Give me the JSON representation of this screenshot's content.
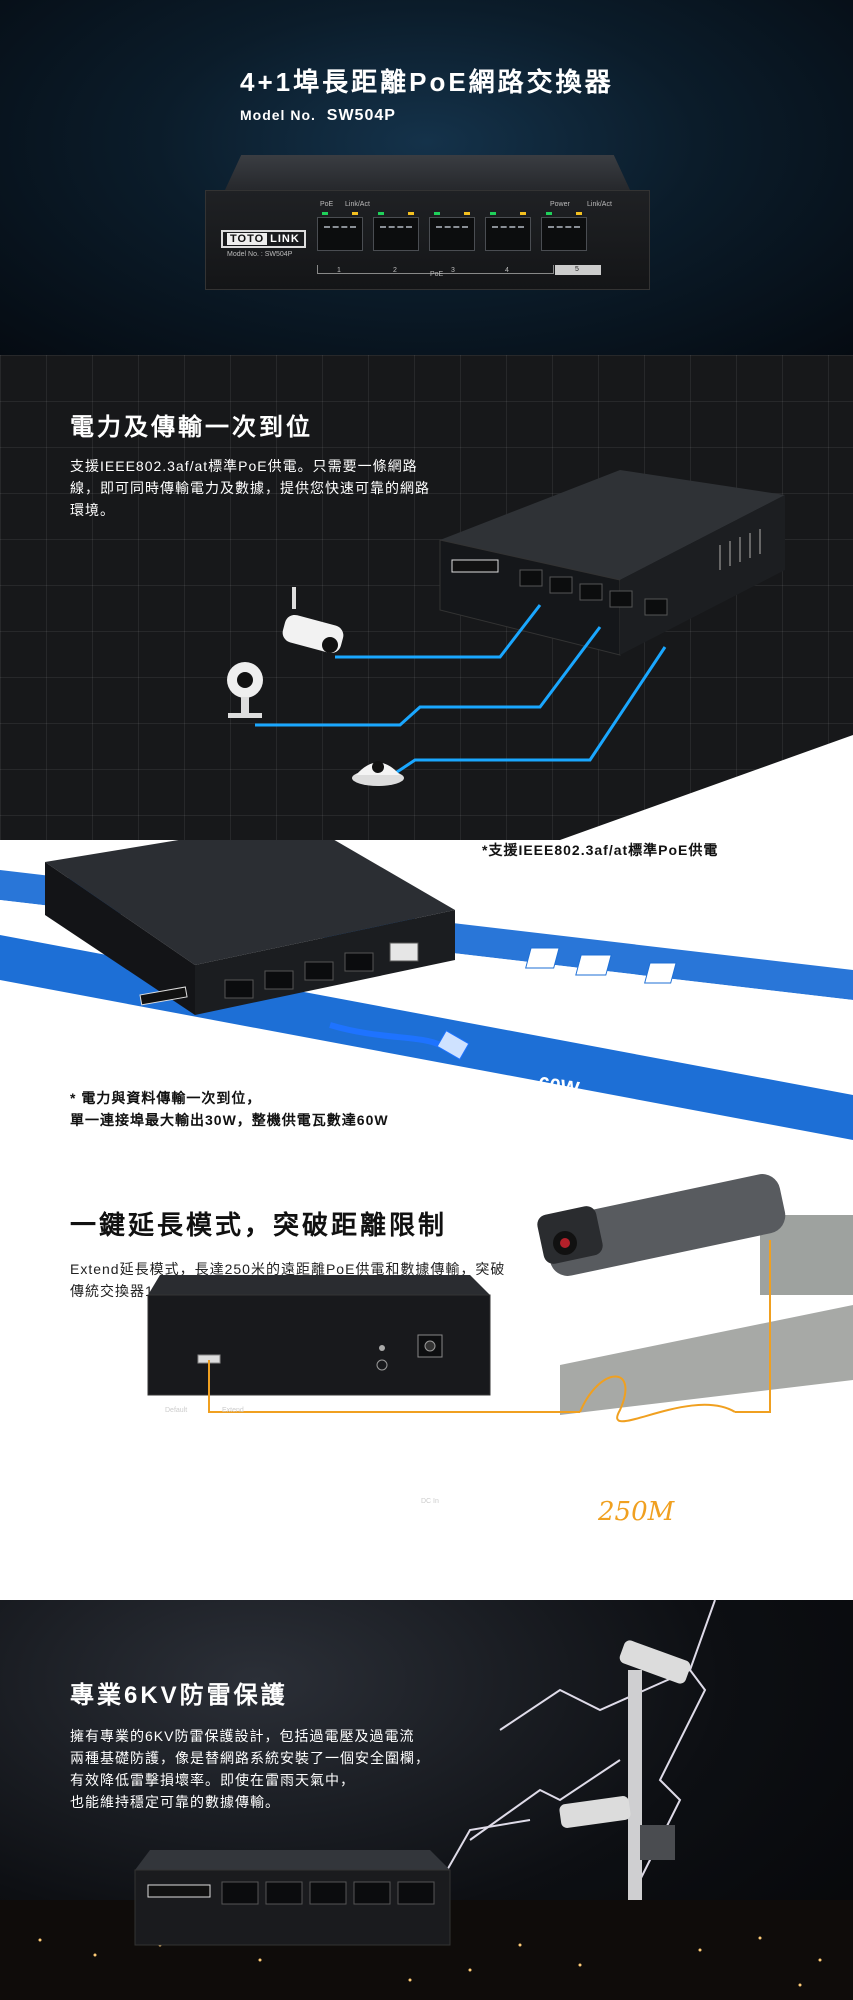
{
  "hero": {
    "title": "4+1埠長距離PoE網路交換器",
    "model_label": "Model No.",
    "model_value": "SW504P"
  },
  "switch_labels": {
    "brand_a": "TOTO",
    "brand_b": "LINK",
    "poe": "PoE",
    "link_act": "Link/Act",
    "power": "Power",
    "model_small": "Model No. : SW504P",
    "port_numbers": [
      "1",
      "2",
      "3",
      "4",
      "5"
    ]
  },
  "section_power": {
    "heading": "電力及傳輸一次到位",
    "body": "支援IEEE802.3af/at標準PoE供電。只需要一條網路線，即可同時傳輸電力及數據，提供您快速可靠的網路環境。"
  },
  "section_60w": {
    "caption_top": "*支援IEEE802.3af/at標準PoE供電",
    "watt_label": "60W",
    "caption_line1": "* 電力與資料傳輸一次到位，",
    "caption_line2": "單一連接埠最大輸出30W，整機供電瓦數達60W"
  },
  "section_extend": {
    "heading": "一鍵延長模式，突破距離限制",
    "body": "Extend延長模式，長達250米的遠距離PoE供電和數據傳輸，突破傳統交換器100米的傳輸限制。",
    "default_label": "Default",
    "extend_label": "Extend",
    "dc_in_label": "DC In",
    "distance_script": "250M"
  },
  "section_surge": {
    "heading": "專業6KV防雷保護",
    "line1": "擁有專業的6KV防雷保護設計，包括過電壓及過電流",
    "line2": "兩種基礎防護，像是替網路系統安裝了一個安全圍欄，",
    "line3": "有效降低雷擊損壞率。即使在雷雨天氣中，",
    "line4": "也能維持穩定可靠的數據傳輸。"
  },
  "colors": {
    "accent_blue": "#1d6fd6",
    "cable_blue": "#1aa7ff",
    "extend_orange": "#f0a020"
  }
}
